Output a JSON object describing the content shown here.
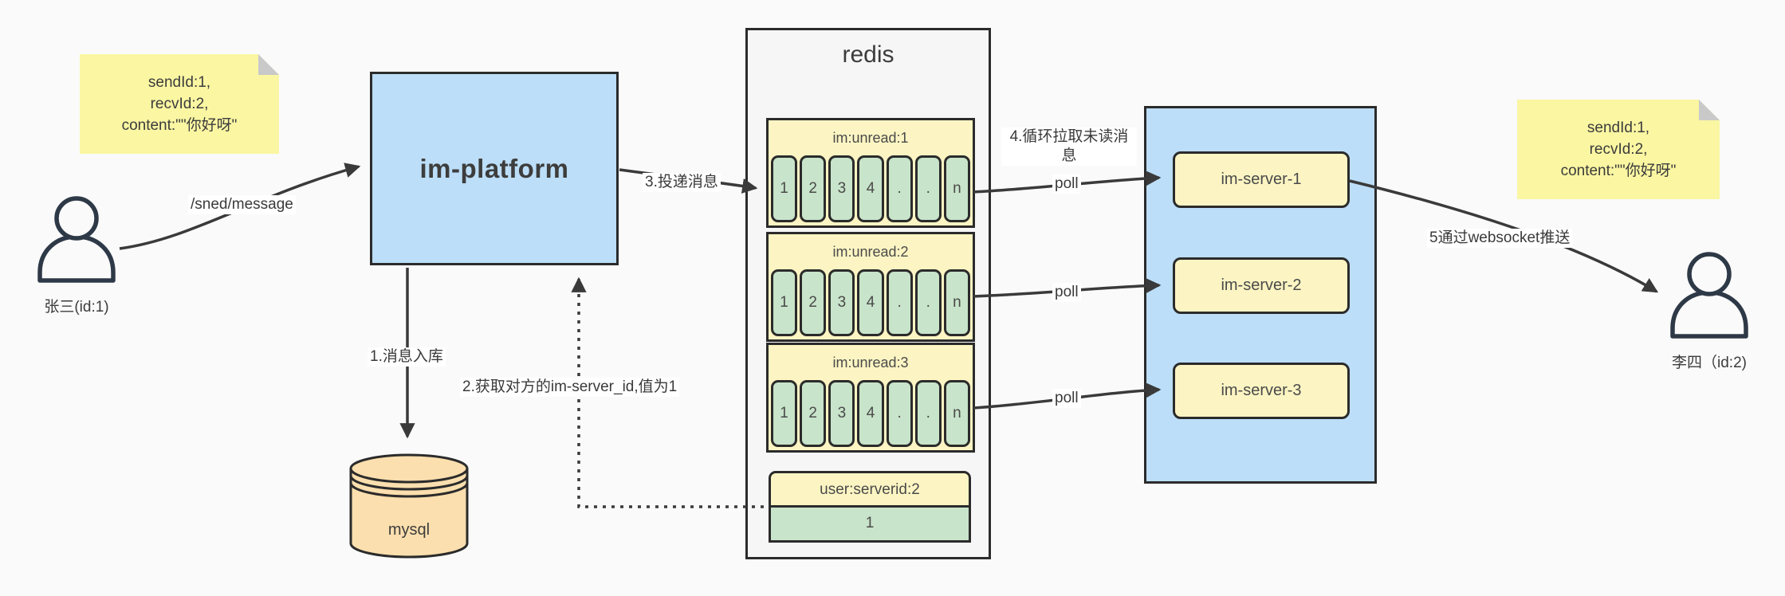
{
  "colors": {
    "accent_blue": "#bcdef8",
    "note_yellow": "#faf6a2",
    "box_yellow": "#fcf5c3",
    "cell_green": "#c8e4ca",
    "db_tan": "#fcdfae",
    "line_dark": "#3a3a3a",
    "canvas_bg": "#fafafa"
  },
  "sender": {
    "name": "张三(id:1)"
  },
  "receiver": {
    "name": "李四（id:2)"
  },
  "note_left": {
    "line1": "sendId:1,",
    "line2": "recvId:2,",
    "line3": "content:\"\"你好呀\""
  },
  "note_right": {
    "line1": "sendId:1,",
    "line2": "recvId:2,",
    "line3": "content:\"\"你好呀\""
  },
  "platform": {
    "label": "im-platform"
  },
  "database": {
    "label": "mysql"
  },
  "redis": {
    "title": "redis",
    "queues": [
      {
        "name": "im:unread:1",
        "cells": [
          "1",
          "2",
          "3",
          "4",
          ".",
          ".",
          "n"
        ]
      },
      {
        "name": "im:unread:2",
        "cells": [
          "1",
          "2",
          "3",
          "4",
          ".",
          ".",
          "n"
        ]
      },
      {
        "name": "im:unread:3",
        "cells": [
          "1",
          "2",
          "3",
          "4",
          ".",
          ".",
          "n"
        ]
      }
    ],
    "mapping": {
      "name": "user:serverid:2",
      "value": "1"
    }
  },
  "servers": {
    "s1": "im-server-1",
    "s2": "im-server-2",
    "s3": "im-server-3"
  },
  "labels": {
    "send": "/sned/message",
    "step1": "1.消息入库",
    "step2": "2.获取对方的im-server_id,值为1",
    "step3": "3.投递消息",
    "step4": "4.循环拉取未读消 息",
    "poll": "poll",
    "step5": "5通过websocket推送"
  }
}
